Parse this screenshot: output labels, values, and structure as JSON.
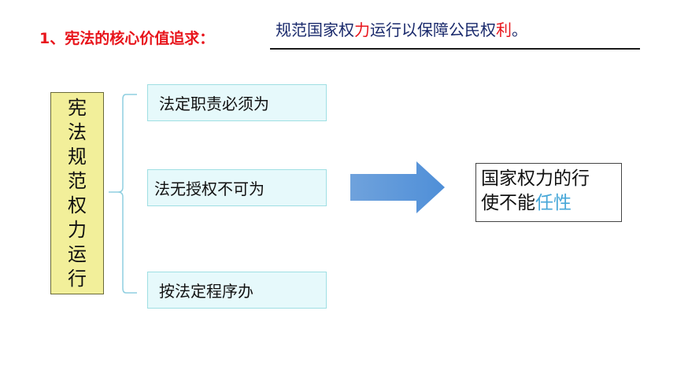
{
  "heading": "1、宪法的核心价值追求：",
  "answer": {
    "part1": "规范国家权",
    "part2": "力",
    "part3": "运行以保障公民权",
    "part4": "利",
    "part5": "。"
  },
  "vertical_label": [
    "宪",
    "法",
    "规",
    "范",
    "权",
    "力",
    "运",
    "行"
  ],
  "items": [
    {
      "label": "法定职责必须为"
    },
    {
      "label": "法无授权不可为"
    },
    {
      "label": "按法定程序办"
    }
  ],
  "result": {
    "line1": "国家权力的行",
    "line2_a": "使不能",
    "line2_b": "任性"
  },
  "colors": {
    "heading": "#e8141b",
    "answer_text": "#1a2a6c",
    "vertical_box": "#f2ef9a",
    "item_box": "#e6f9fb",
    "arrow": "#5b93d6",
    "highlight": "#47a7d8"
  }
}
